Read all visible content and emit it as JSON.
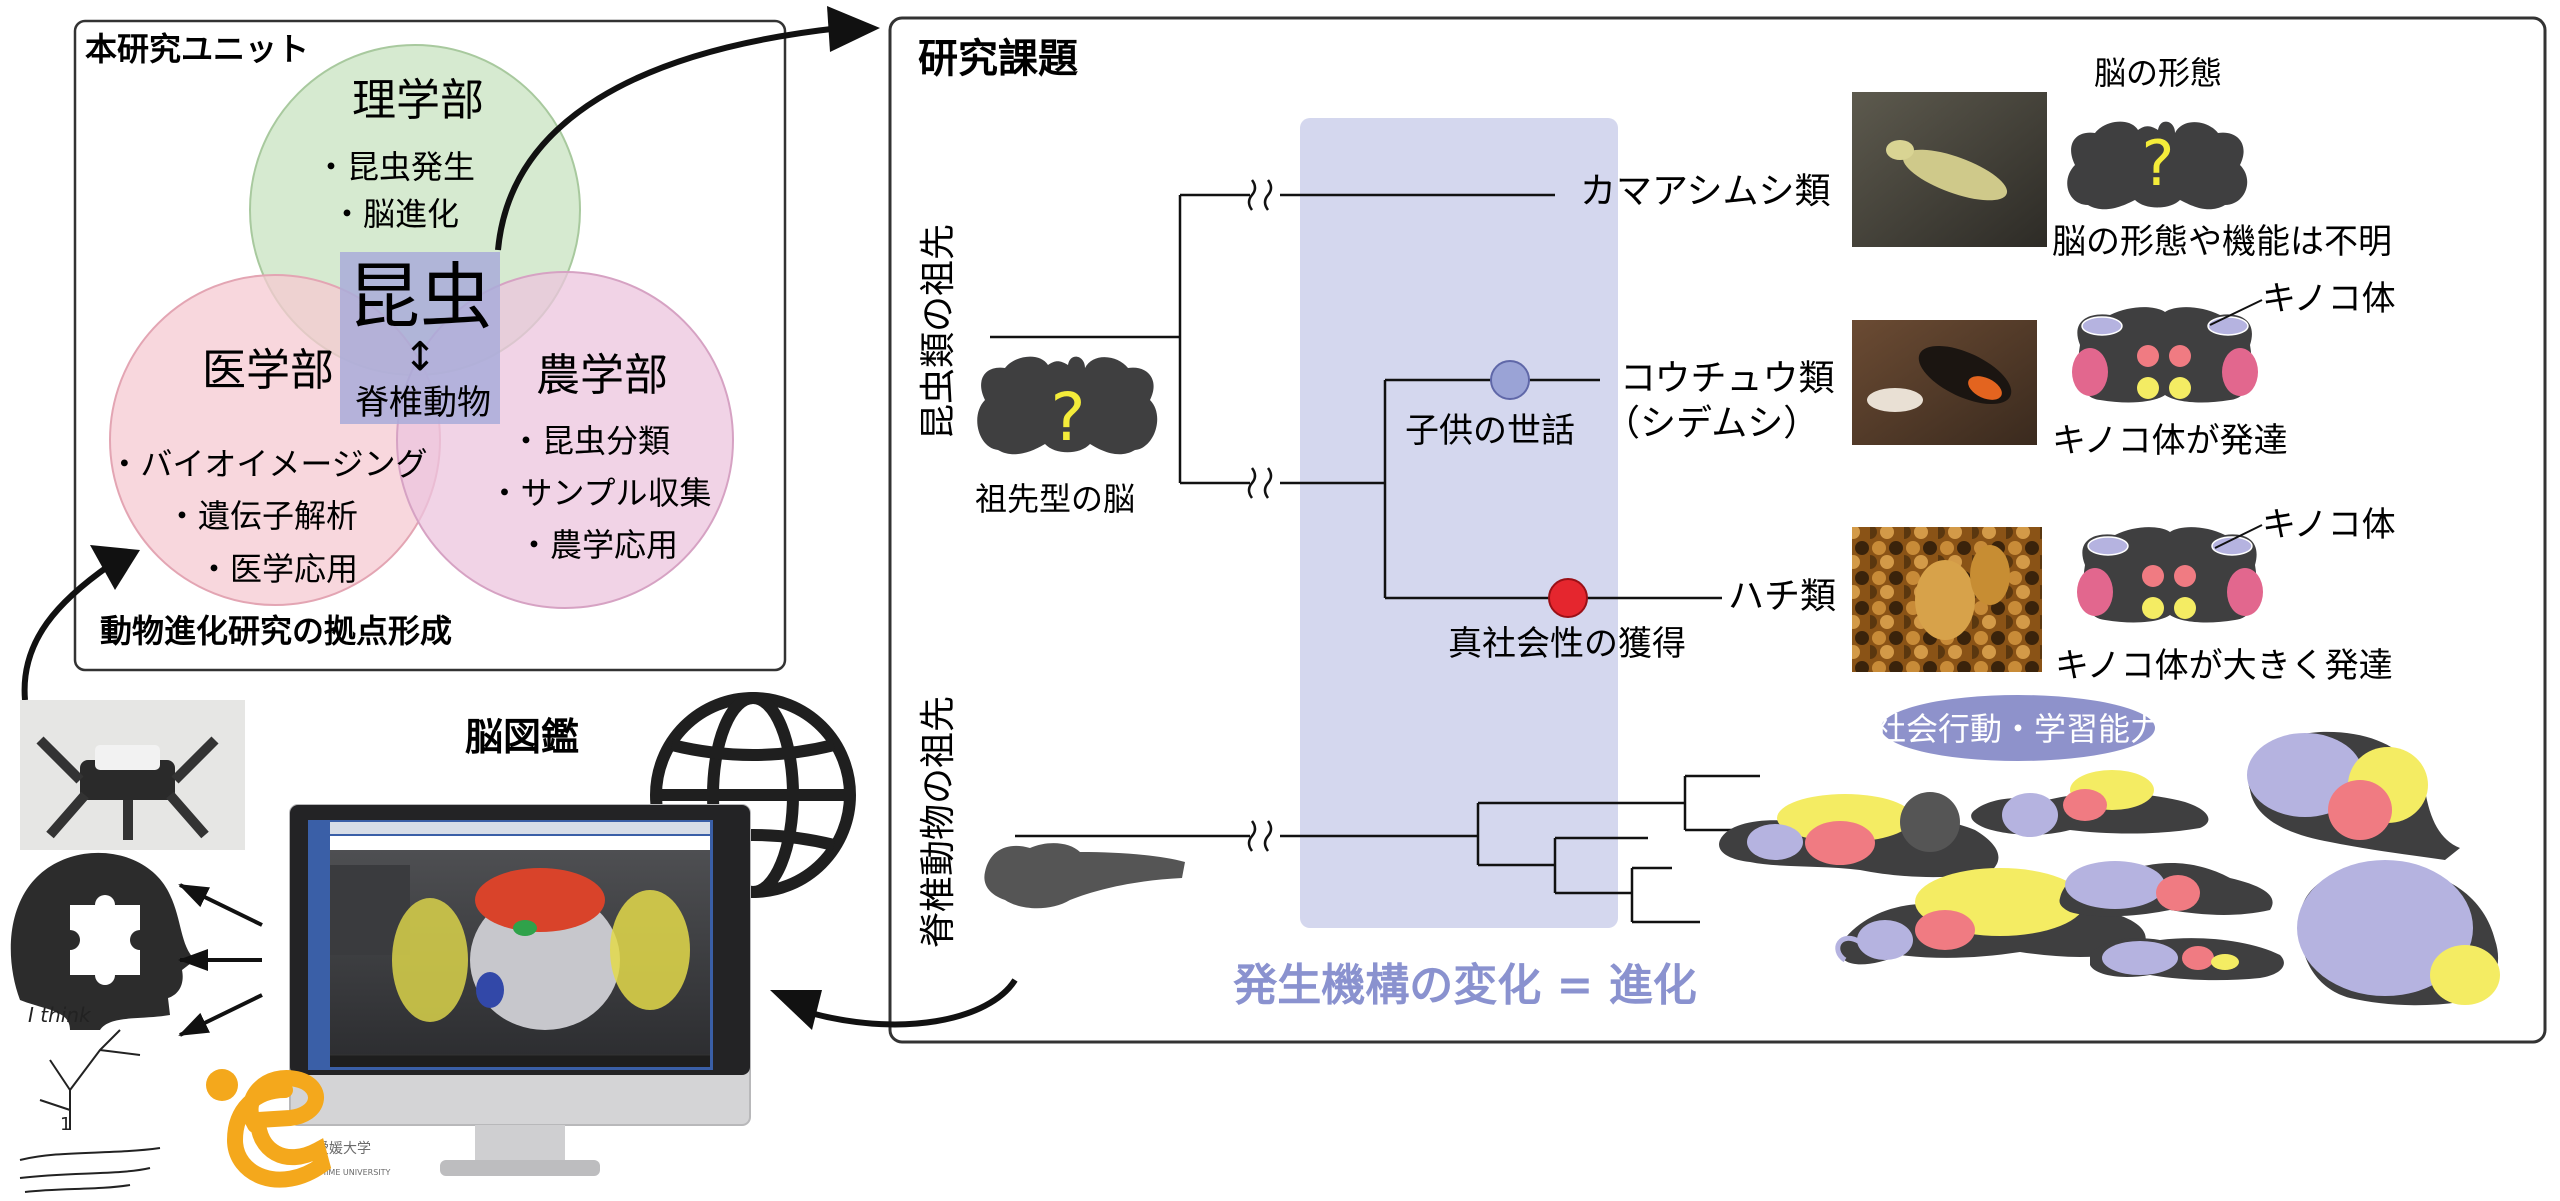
{
  "unit_panel": {
    "title": "本研究ユニット",
    "science": {
      "name": "理学部",
      "items": [
        "・昆虫発生",
        "・脳進化"
      ]
    },
    "medicine": {
      "name": "医学部",
      "items": [
        "・バイオイメージング",
        "・遺伝子解析",
        "・医学応用"
      ]
    },
    "agriculture": {
      "name": "農学部",
      "items": [
        "・昆虫分類",
        "・サンプル収集",
        "・農学応用"
      ]
    },
    "center_top": "昆虫",
    "center_arrow": "↕",
    "center_bottom": "脊椎動物",
    "footer": "動物進化研究の拠点形成"
  },
  "research": {
    "title": "研究課題",
    "insect_ancestor": "昆虫類の祖先",
    "vertebrate_ancestor": "脊椎動物の祖先",
    "ancestral_brain_label": "祖先型の脳",
    "question_mark": "?",
    "taxa": {
      "silverfish": "カマアシムシ類",
      "beetle": "コウチュウ類",
      "beetle_sub": "（シデムシ）",
      "bee": "ハチ類"
    },
    "traits": {
      "parental_care": "子供の世話",
      "eusociality": "真社会性の獲得"
    },
    "brain_form_header": "脳の形態",
    "brain_unknown": "脳の形態や機能は不明",
    "mushroom_body": "キノコ体",
    "mushroom_developed": "キノコ体が発達",
    "mushroom_greatly_developed": "キノコ体が大きく発達",
    "social_badge": "社会行動・学習能力",
    "bottom_caption": "発生機構の変化 = 進化"
  },
  "brain_atlas": {
    "title": "脳図鑑",
    "logo_univ": "愛媛大学",
    "logo_univ_en": "EHIME UNIVERSITY",
    "handwriting_note": "I think"
  },
  "colors": {
    "science_circle": "#cfe6c8",
    "medicine_circle": "#f6c9d2",
    "agriculture_circle": "#ecc4dd",
    "center_box": "#a9acd9",
    "shade_band": "#d4d7ee",
    "badge": "#8e92cb",
    "caption": "#8a92cf",
    "parental_care_node": "#9aa3d6",
    "eusociality_node": "#e5262e",
    "brain_dark": "#3f3f40",
    "mushroom_purple": "#b5b3e0",
    "mushroom_pink": "#e2678e",
    "mushroom_red": "#f07b82",
    "mushroom_yellow": "#f4ec63",
    "logo_orange": "#f4a81c"
  }
}
